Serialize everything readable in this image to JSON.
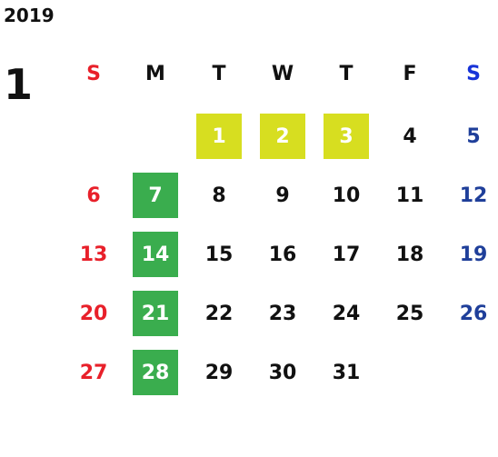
{
  "calendar": {
    "year": "2019",
    "month": "1",
    "weekday_headers": [
      "S",
      "M",
      "T",
      "W",
      "T",
      "F",
      "S"
    ],
    "weeks": [
      [
        "",
        "",
        "1",
        "2",
        "3",
        "4",
        "5"
      ],
      [
        "6",
        "7",
        "8",
        "9",
        "10",
        "11",
        "12"
      ],
      [
        "13",
        "14",
        "15",
        "16",
        "17",
        "18",
        "19"
      ],
      [
        "20",
        "21",
        "22",
        "23",
        "24",
        "25",
        "26"
      ],
      [
        "27",
        "28",
        "29",
        "30",
        "31",
        "",
        ""
      ]
    ],
    "highlights": {
      "yellow": [
        "1",
        "2",
        "3"
      ],
      "green": [
        "7",
        "14",
        "21",
        "28"
      ]
    },
    "colors": {
      "sunday": "#e8202a",
      "saturday": "#1f3f9a",
      "saturday_header": "#1733d8",
      "green_highlight": "#3aad4e",
      "yellow_highlight": "#d7de20"
    }
  }
}
